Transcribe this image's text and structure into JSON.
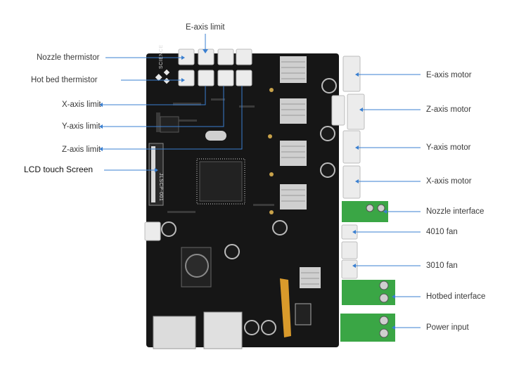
{
  "labels": {
    "e_axis_limit": "E-axis limit",
    "nozzle_thermistor": "Nozzle thermistor",
    "hot_bed_thermistor": "Hot bed thermistor",
    "x_axis_limit": "X-axis limit",
    "y_axis_limit": "Y-axis limit",
    "z_axis_limit": "Z-axis limit",
    "lcd_touch_screen": "LCD touch Screen",
    "e_axis_motor": "E-axis motor",
    "z_axis_motor": "Z-axis motor",
    "y_axis_motor": "Y-axis motor",
    "x_axis_motor": "X-axis motor",
    "nozzle_interface": "Nozzle interface",
    "fan_4010": "4010 fan",
    "fan_3010": "3010 fan",
    "hotbed_interface": "Hotbed interface",
    "power_input": "Power input"
  },
  "board": {
    "brand_text": "SCIENCE",
    "model_text": "JLSCP-001"
  },
  "colors": {
    "pcb": "#161616",
    "leader_line": "#3a7fd0",
    "terminal_green": "#3aa645",
    "connector_white": "#ececec"
  }
}
